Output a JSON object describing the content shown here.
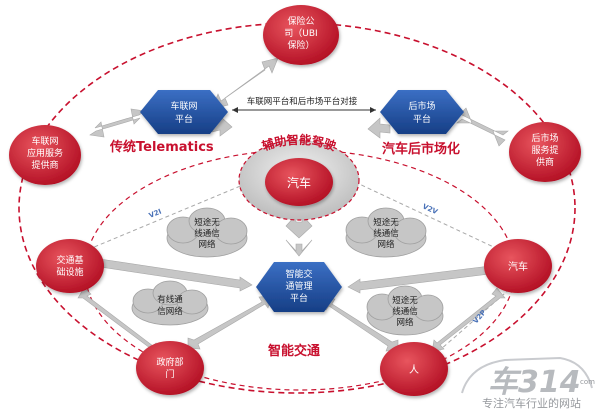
{
  "nodes": {
    "insurance": [
      "保险公",
      "司（UBI",
      "保险）"
    ],
    "telematics_platform": [
      "车联网",
      "平台"
    ],
    "aftermarket_platform": [
      "后市场",
      "平台"
    ],
    "app_service_provider": [
      "车联网",
      "应用服务",
      "提供商"
    ],
    "aftermarket_service_provider": [
      "后市场",
      "服务提",
      "供商"
    ],
    "vehicle_center": "汽车",
    "traffic_facility": [
      "交通基",
      "础设施"
    ],
    "vehicle_right": "汽车",
    "its_platform": [
      "智能交",
      "通管理",
      "平台"
    ],
    "government": [
      "政府部",
      "门"
    ],
    "person": "人"
  },
  "labels": {
    "platform_link": "车联网平台和后市场平台对接",
    "traditional_telematics": "传统Telematics",
    "aftermarket": "汽车后市场化",
    "assisted_driving": "辅助智能驾驶",
    "smart_traffic": "智能交通",
    "v2i": "V2I",
    "v2v": "V2V",
    "v2p": "V2P"
  },
  "clouds": {
    "short_range_left": [
      "短途无",
      "线通信",
      "网络"
    ],
    "short_range_right": [
      "短途无",
      "线通信",
      "网络"
    ],
    "wired": [
      "有线通",
      "信网络"
    ],
    "short_range_bottom": [
      "短途无",
      "线通信",
      "网络"
    ]
  },
  "watermark": {
    "logo": "车314",
    "logo_small": "com",
    "slogan": "专注汽车行业的网站"
  },
  "colors": {
    "red_node": "#c8102e",
    "blue_node": "#1f4e9c",
    "accent_red": "#c8102e",
    "arrow_gray": "#bcbcbc"
  }
}
